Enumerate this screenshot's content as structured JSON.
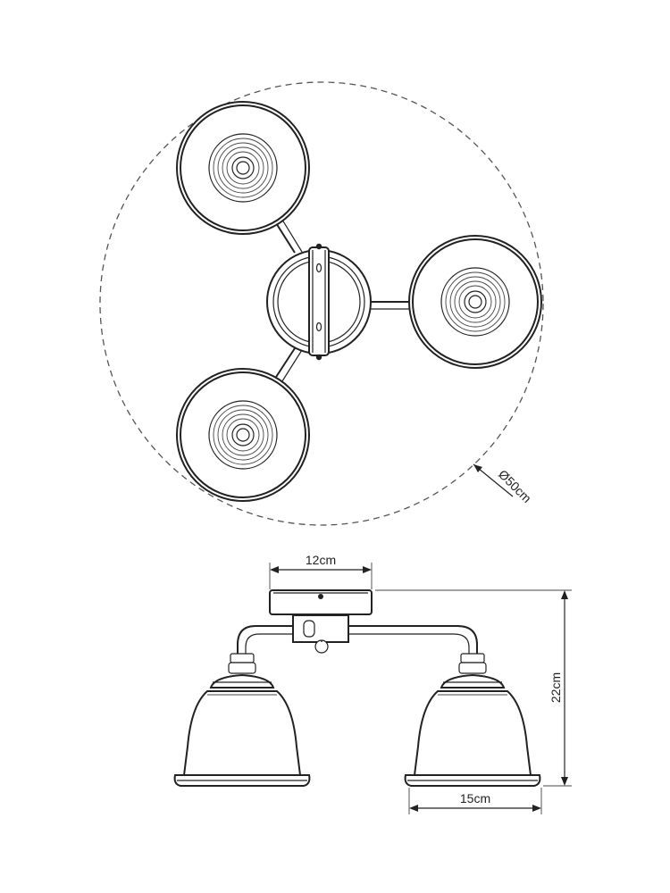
{
  "dimensions": {
    "diameter": "Ø50cm",
    "canopy_width": "12cm",
    "height": "22cm",
    "shade_width": "15cm"
  },
  "colors": {
    "line": "#222222",
    "background": "#ffffff"
  }
}
